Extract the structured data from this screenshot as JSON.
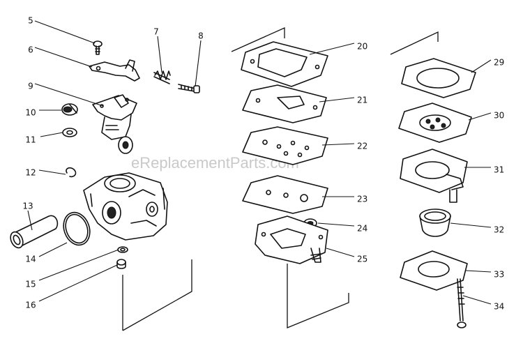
{
  "watermark": "eReplacementParts.com",
  "callouts": [
    "5",
    "6",
    "7",
    "8",
    "9",
    "10",
    "11",
    "12",
    "13",
    "14",
    "15",
    "16",
    "20",
    "21",
    "22",
    "23",
    "24",
    "25",
    "29",
    "30",
    "31",
    "32",
    "33",
    "34"
  ]
}
